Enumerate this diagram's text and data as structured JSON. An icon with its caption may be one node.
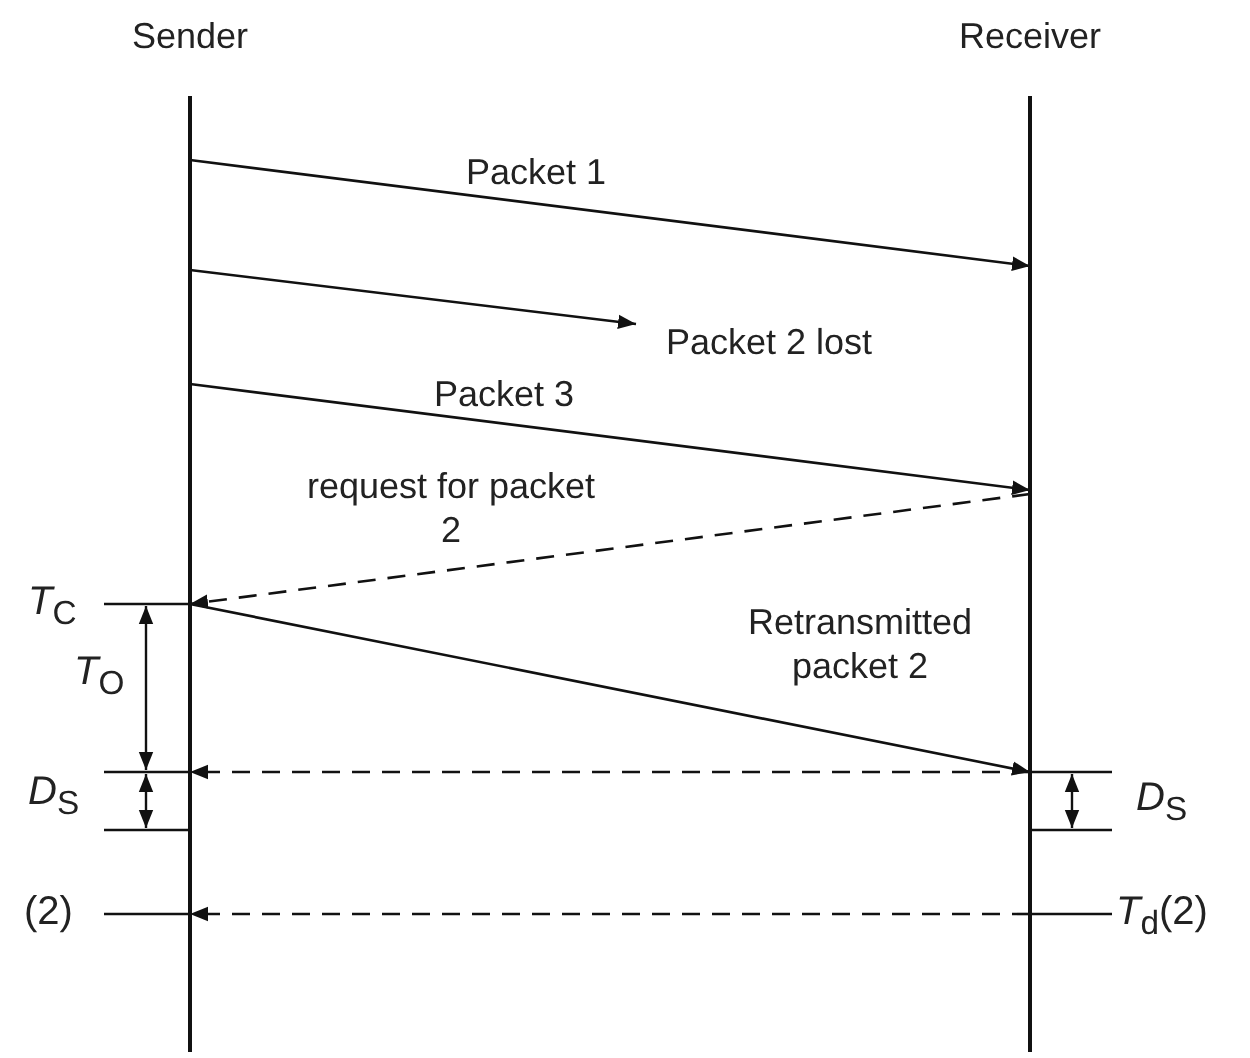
{
  "diagram": {
    "nodes": [
      {
        "text": [
          "Sender"
        ]
      },
      {
        "text": [
          "Receiver"
        ]
      }
    ],
    "edges": [
      {
        "from": 0,
        "to": 1,
        "arrow": "to",
        "label": "Packet 1"
      },
      {
        "from": 0,
        "to": null,
        "arrow": "to",
        "label": "Packet 2 lost"
      },
      {
        "from": 0,
        "to": 1,
        "arrow": "to",
        "label": "Packet 3"
      },
      {
        "from": 1,
        "to": 0,
        "arrow": "to",
        "label": "request for packet 2",
        "style": "dashed"
      },
      {
        "from": 0,
        "to": 1,
        "arrow": "to",
        "label": "Retransmitted packet 2"
      },
      {
        "from": 1,
        "to": 0,
        "arrow": "to",
        "style": "dashed"
      },
      {
        "from": 1,
        "to": 0,
        "arrow": "to",
        "style": "dashed"
      }
    ],
    "labels": [
      "*T*$_{C}$",
      "*T*$_{O}$",
      "*D*$_{S}$",
      "*D*$_{S}$",
      "(2)",
      "*T*$_{d}$(2)"
    ]
  }
}
